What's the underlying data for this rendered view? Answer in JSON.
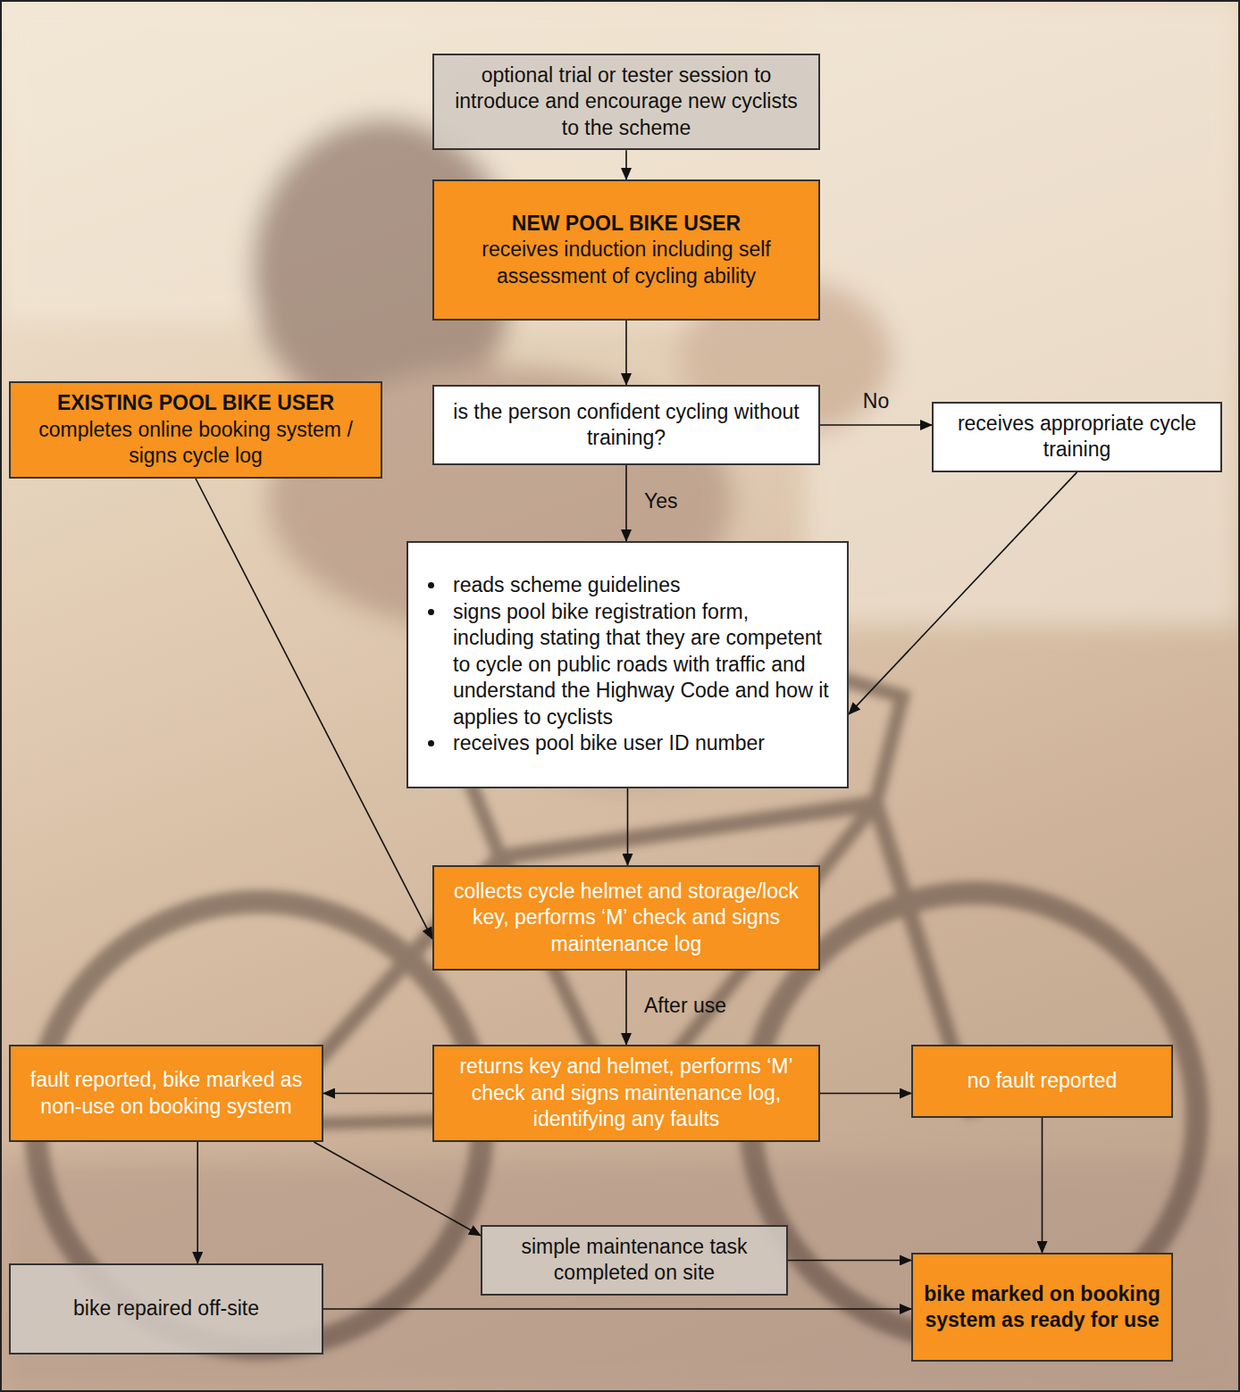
{
  "diagram": {
    "nodes": [
      {
        "text": [
          "optional trial or tester session to introduce and encourage new cyclists to the scheme"
        ]
      },
      {
        "text": [
          "NEW POOL BIKE USER",
          "receives induction including self assessment of cycling ability"
        ]
      },
      {
        "text": [
          "EXISTING POOL BIKE USER",
          "completes online booking system / signs cycle log"
        ]
      },
      {
        "text": [
          "is the person confident cycling without training?"
        ]
      },
      {
        "text": [
          "receives appropriate cycle training"
        ]
      },
      {
        "text": [
          "reads scheme guidelines",
          "signs pool bike registration form, including stating that they are competent to cycle on public roads with traffic and understand the Highway Code and how it applies to cyclists",
          "receives pool bike user ID number"
        ]
      },
      {
        "text": [
          "collects cycle helmet and storage/lock key, performs ‘M’ check and signs maintenance log"
        ]
      },
      {
        "text": [
          "fault reported, bike marked as non-use on booking system"
        ]
      },
      {
        "text": [
          "returns key and helmet, performs ‘M’ check and signs maintenance log, identifying any faults"
        ]
      },
      {
        "text": [
          "no fault reported"
        ]
      },
      {
        "text": [
          "simple maintenance task completed on site"
        ]
      },
      {
        "text": [
          "bike marked on booking system as ready for use"
        ]
      },
      {
        "text": [
          "bike repaired off-site"
        ]
      }
    ],
    "edges": [
      {
        "from": 0,
        "to": 1,
        "arrow": "to"
      },
      {
        "from": 1,
        "to": 3,
        "arrow": "to"
      },
      {
        "from": 3,
        "to": 4,
        "label": "No",
        "arrow": "to"
      },
      {
        "from": 3,
        "to": 5,
        "label": "Yes",
        "arrow": "to"
      },
      {
        "from": 4,
        "to": 5,
        "arrow": "to"
      },
      {
        "from": 5,
        "to": 6,
        "arrow": "to"
      },
      {
        "from": 2,
        "to": 6,
        "arrow": "to"
      },
      {
        "from": 6,
        "to": 8,
        "label": "After use",
        "arrow": "to"
      },
      {
        "from": 8,
        "to": 7,
        "arrow": "to"
      },
      {
        "from": 8,
        "to": 9,
        "arrow": "to"
      },
      {
        "from": 7,
        "to": 10,
        "arrow": "to"
      },
      {
        "from": 7,
        "to": 12,
        "arrow": "to"
      },
      {
        "from": 10,
        "to": 11,
        "arrow": "to"
      },
      {
        "from": 9,
        "to": 11,
        "arrow": "to"
      },
      {
        "from": 12,
        "to": 11,
        "arrow": "to"
      }
    ]
  }
}
